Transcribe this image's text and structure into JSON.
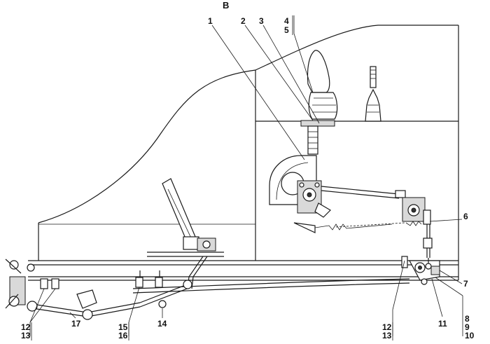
{
  "view_label": "В",
  "callouts": {
    "c1": "1",
    "c2": "2",
    "c3": "3",
    "c4": "4",
    "c5": "5",
    "c6": "6",
    "c7": "7",
    "c8": "8",
    "c9": "9",
    "c10": "10",
    "c11": "11",
    "c12a": "12",
    "c13a": "13",
    "c12b": "12",
    "c13b": "13",
    "c14": "14",
    "c15": "15",
    "c16": "16",
    "c17": "17"
  },
  "colors": {
    "ink": "#1a1a1a",
    "paper": "#ffffff",
    "shade": "#d9d9d9"
  }
}
